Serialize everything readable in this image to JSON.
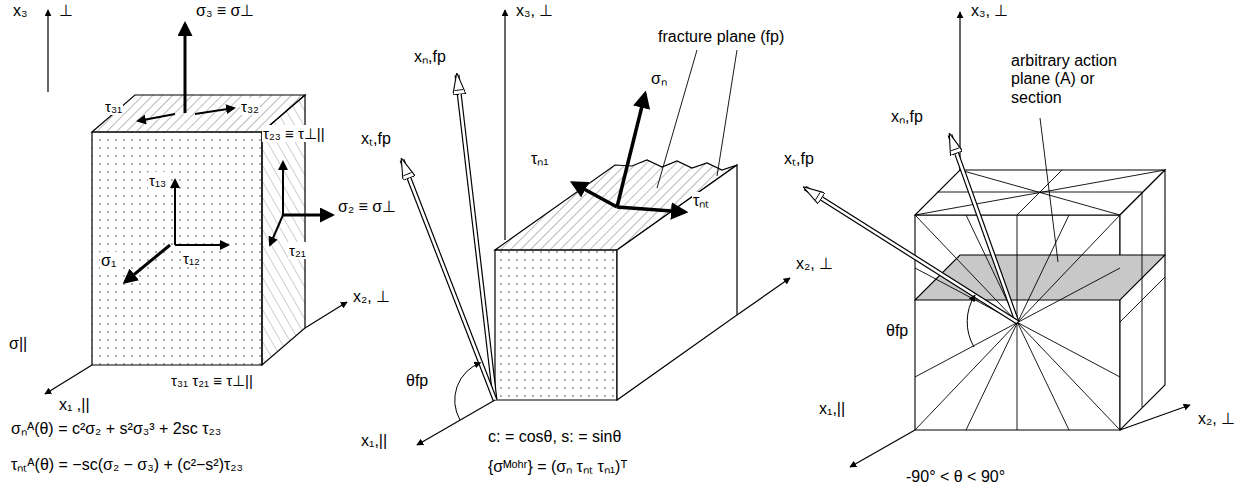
{
  "diagram": {
    "labels": [
      "x₃",
      "⊥",
      "σ₃ ≡ σ⊥",
      "τ₃₁",
      "τ₃₂",
      "τ₂₃ ≡ τ⊥||",
      "τ₁₃",
      "σ₂ ≡ σ⊥",
      "σ₁",
      "τ₂₁",
      "τ₁₂",
      "x₂, ⊥",
      "σ||",
      "x₁ ,||",
      "τ₃₁ τ₂₁ ≡ τ⊥||",
      "σₙᴬ(θ) = c²σ₂ + s²σ₃³ + 2sc τ₂₃",
      "τₙₜᴬ(θ) = −sc(σ₂ − σ₃) + (c²−s²)τ₂₃",
      "x₃, ⊥",
      "fracture plane (fp)",
      "xₙ,fp",
      "xₜ,fp",
      "σₙ",
      "τₙ₁",
      "τₙₜ",
      "x₂, ⊥",
      "x₁,||",
      "θfp",
      "c: = cosθ, s: = sinθ",
      "{σᴹᵒʰʳ} = (σₙ τₙₜ τₙ₁)ᵀ",
      "x₃, ⊥",
      "arbitrary action plane (A) or section",
      "xₙ,fp",
      "xₜ,fp",
      "θfp",
      "x₁,||",
      "x₂, ⊥",
      "-90° < θ < 90°"
    ]
  }
}
